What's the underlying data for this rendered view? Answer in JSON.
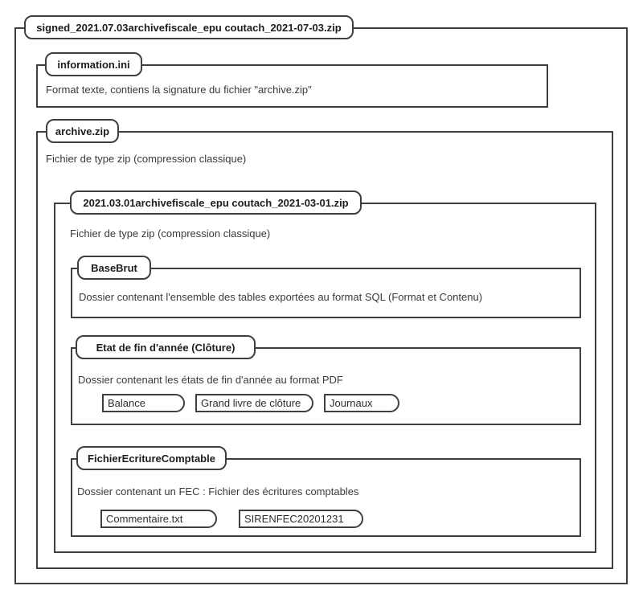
{
  "colors": {
    "border": "#3f3f3f",
    "background": "#ffffff",
    "text": "#2e2e2e"
  },
  "archive_tree": {
    "root": {
      "title": "signed_2021.07.03archivefiscale_epu coutach_2021-07-03.zip",
      "information_ini": {
        "title": "information.ini",
        "description": "Format texte, contiens la signature du fichier \"archive.zip\""
      },
      "archive_zip": {
        "title": "archive.zip",
        "description": "Fichier de type zip (compression classique)",
        "inner_zip": {
          "title": "2021.03.01archivefiscale_epu coutach_2021-03-01.zip",
          "description": "Fichier de type zip (compression classique)",
          "base_brut": {
            "title": "BaseBrut",
            "description": "Dossier contenant l'ensemble des tables exportées au format SQL (Format et Contenu)"
          },
          "etat_fin_annee": {
            "title": "Etat de fin d'année (Clôture)",
            "description": "Dossier contenant les états de fin d'année au format PDF",
            "items": [
              "Balance",
              "Grand livre de clôture",
              "Journaux"
            ]
          },
          "fichier_ecriture_comptable": {
            "title": "FichierEcritureComptable",
            "description": "Dossier contenant un FEC : Fichier des écritures comptables",
            "items": [
              "Commentaire.txt",
              "SIRENFEC20201231"
            ]
          }
        }
      }
    }
  }
}
